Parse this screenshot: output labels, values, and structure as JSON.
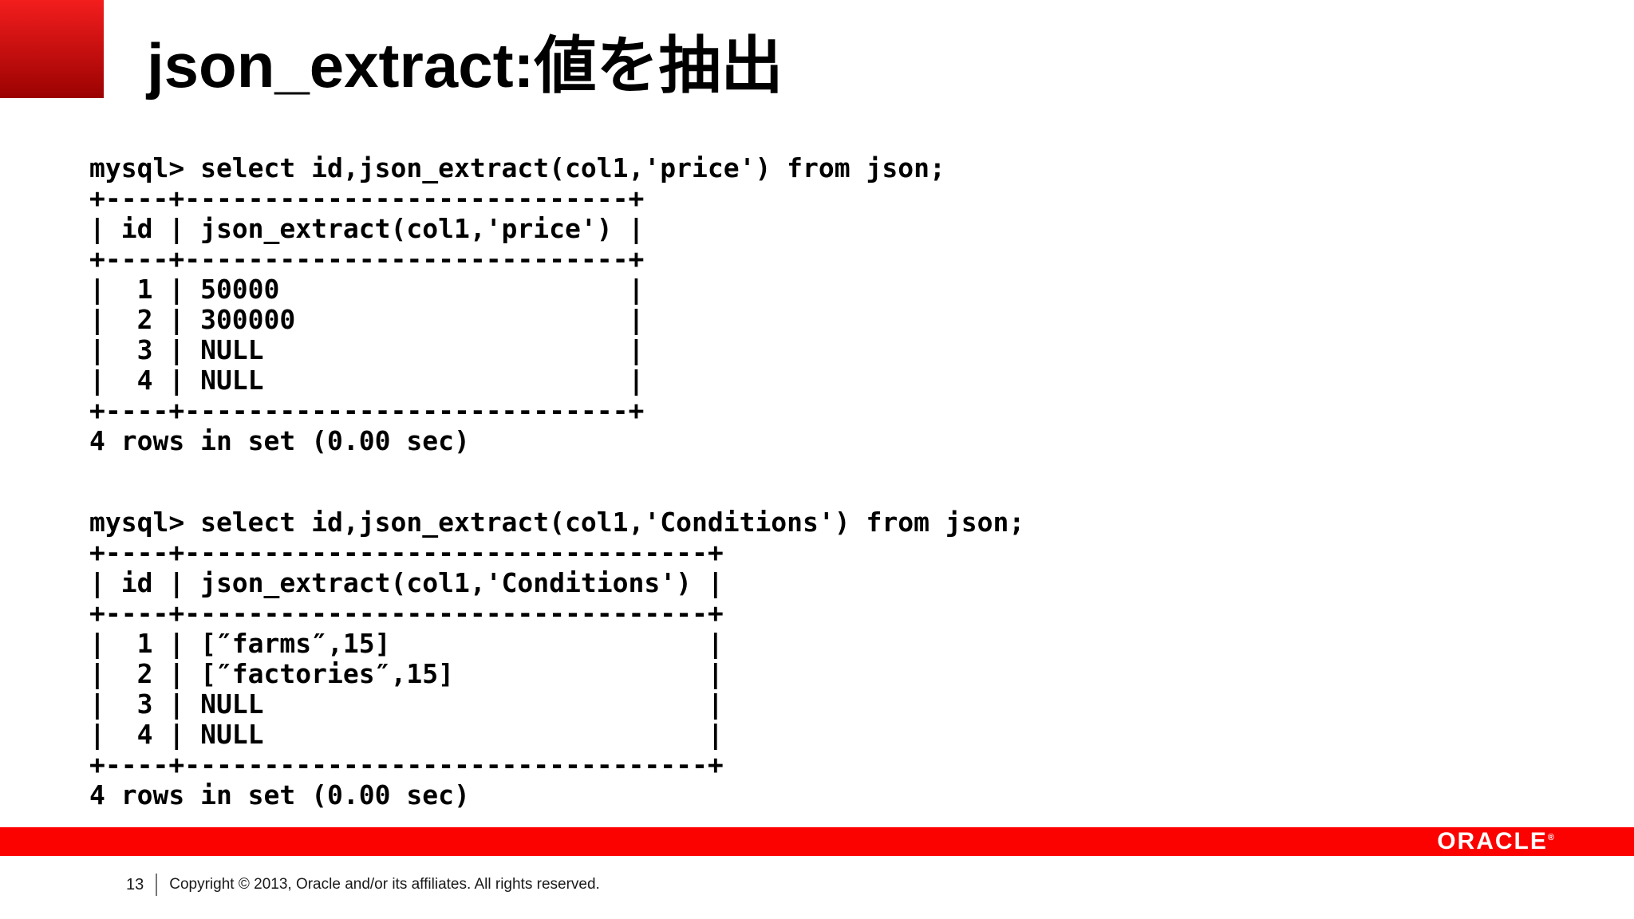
{
  "slide": {
    "title": "json_extract:値を抽出",
    "page_number": "13",
    "copyright": "Copyright © 2013, Oracle and/or its affiliates. All rights reserved.",
    "brand": {
      "logo_text": "ORACLE",
      "trademark": "®"
    },
    "colors": {
      "accent_red_bar": "#fb0100",
      "corner_square_top": "#f31d1d",
      "corner_square_bottom": "#9b0202",
      "text": "#000000"
    }
  },
  "blocks": [
    {
      "query": "mysql> select id,json_extract(col1,'price') from json;",
      "columns": [
        "id",
        "json_extract(col1,'price')"
      ],
      "rows": [
        [
          "1",
          "50000"
        ],
        [
          "2",
          "300000"
        ],
        [
          "3",
          "NULL"
        ],
        [
          "4",
          "NULL"
        ]
      ],
      "status": "4 rows in set (0.00 sec)",
      "text": "mysql> select id,json_extract(col1,'price') from json;\n+----+----------------------------+\n| id | json_extract(col1,'price') |\n+----+----------------------------+\n|  1 | 50000                      |\n|  2 | 300000                     |\n|  3 | NULL                       |\n|  4 | NULL                       |\n+----+----------------------------+\n4 rows in set (0.00 sec)"
    },
    {
      "query": "mysql> select id,json_extract(col1,'Conditions') from json;",
      "columns": [
        "id",
        "json_extract(col1,'Conditions')"
      ],
      "rows": [
        [
          "1",
          "[″farms″,15]"
        ],
        [
          "2",
          "[″factories″,15]"
        ],
        [
          "3",
          "NULL"
        ],
        [
          "4",
          "NULL"
        ]
      ],
      "status": "4 rows in set (0.00 sec)",
      "text": "mysql> select id,json_extract(col1,'Conditions') from json;\n+----+---------------------------------+\n| id | json_extract(col1,'Conditions') |\n+----+---------------------------------+\n|  1 | [″farms″,15]                    |\n|  2 | [″factories″,15]                |\n|  3 | NULL                            |\n|  4 | NULL                            |\n+----+---------------------------------+\n4 rows in set (0.00 sec)"
    }
  ]
}
